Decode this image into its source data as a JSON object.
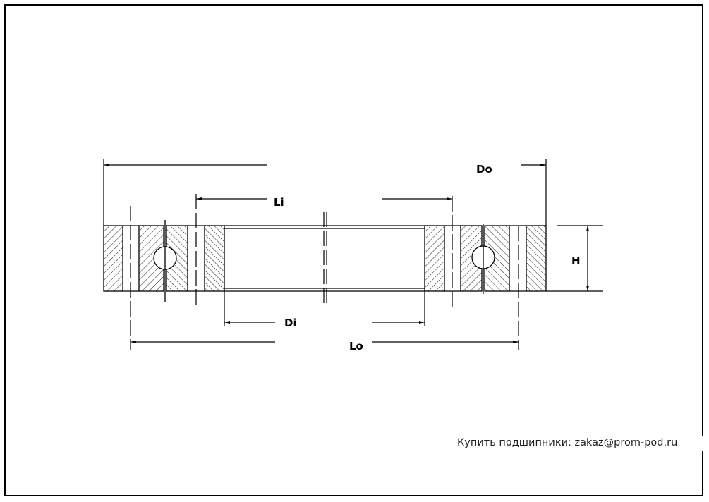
{
  "title": "Bearing cross-section dimensional drawing",
  "dimensions": {
    "outer_diameter": "Do",
    "inner_mount": "Li",
    "height": "H",
    "inner_diameter": "Di",
    "outer_mount": "Lo"
  },
  "watermark": "Купить подшипники: zakaz@prom-pod.ru"
}
